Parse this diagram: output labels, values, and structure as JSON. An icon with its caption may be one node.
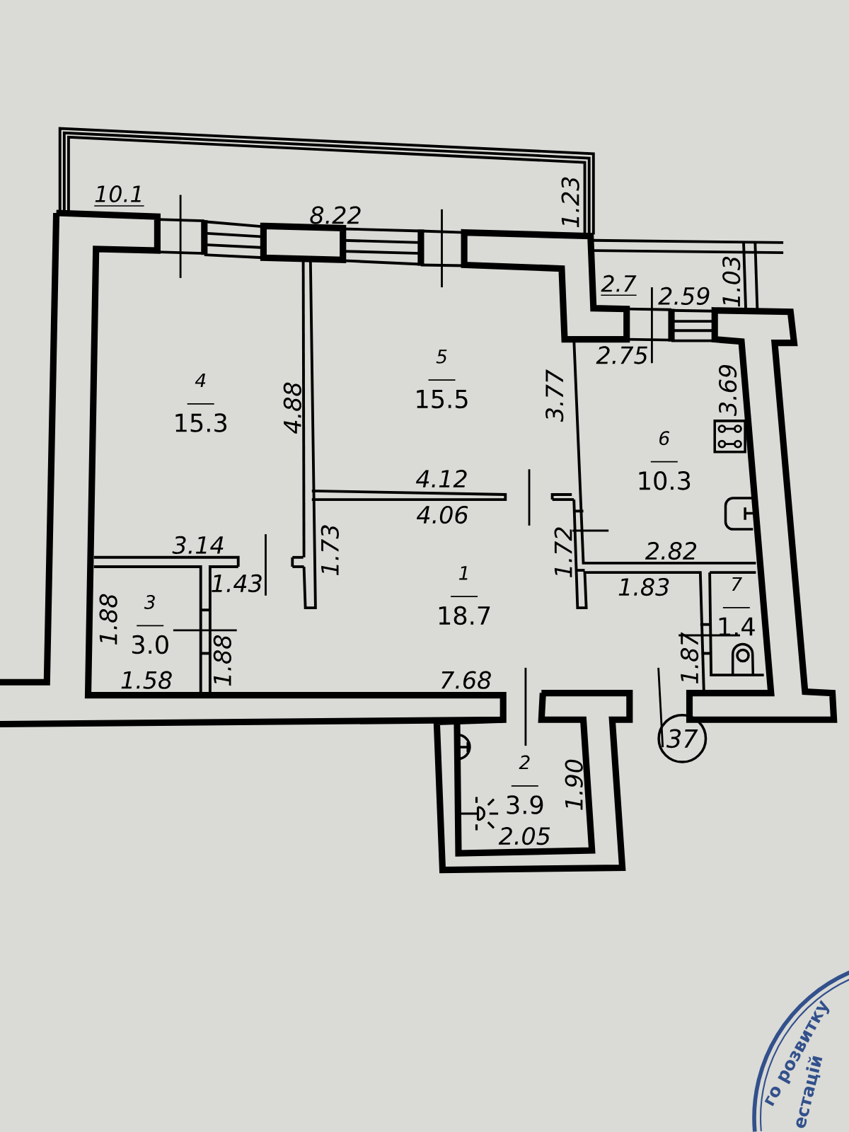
{
  "diagram": {
    "nodes": [
      {
        "text": [
          "10.1"
        ]
      },
      {
        "text": [
          "4",
          "15.3"
        ]
      },
      {
        "text": [
          "5",
          "15.5"
        ]
      },
      {
        "text": [
          "2.7"
        ]
      },
      {
        "text": [
          "6",
          "10.3"
        ]
      },
      {
        "text": [
          "1",
          "18.7"
        ]
      },
      {
        "text": [
          "3",
          "3.0"
        ]
      },
      {
        "text": [
          "7",
          "1.4"
        ]
      },
      {
        "text": [
          "2",
          "3.9"
        ]
      },
      {
        "text": [
          "37"
        ]
      }
    ],
    "labels": [
      "8.22",
      "1.23",
      "1.03",
      "2.59",
      "2.75",
      "4.88",
      "3.77",
      "3.69",
      "4.12",
      "4.06",
      "3.14",
      "1.73",
      "1.72",
      "2.82",
      "1.43",
      "1.83",
      "1.88",
      "1.88",
      "1.58",
      "7.68",
      "1.87",
      "1.90",
      "2.05",
      "го розвитку",
      "естацій"
    ]
  }
}
